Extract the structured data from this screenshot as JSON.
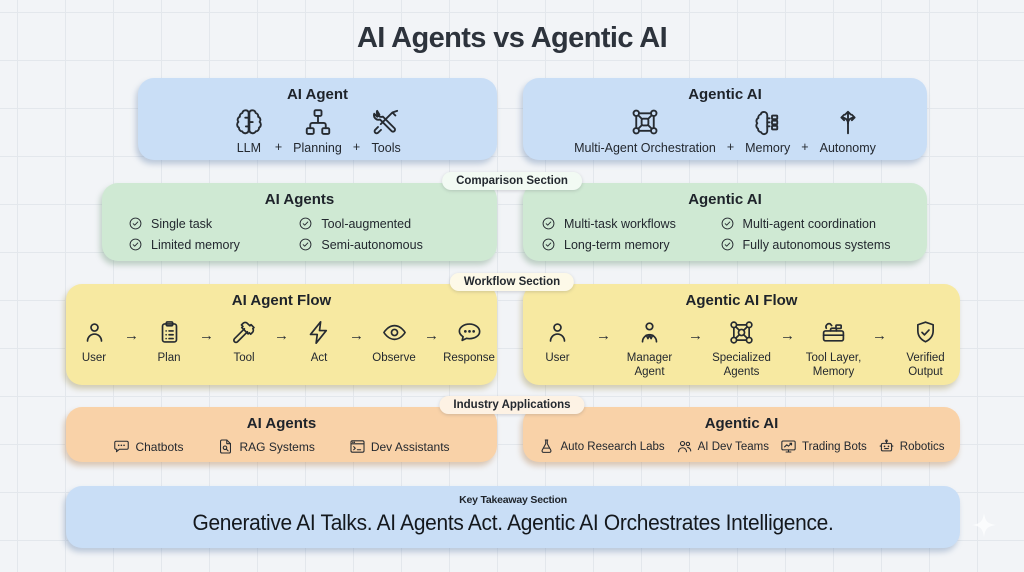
{
  "page": {
    "title": "AI Agents vs Agentic AI"
  },
  "symbols": {
    "plus": "+",
    "arrow": "→"
  },
  "colors": {
    "background": "#f2f4f7",
    "grid_line": "#e3e7ec",
    "blue_card": "#c9def6",
    "green_card": "#cfe9d3",
    "yellow_card": "#f7e9a1",
    "orange_card": "#f9d2a8",
    "text": "#23282f"
  },
  "top_cards": {
    "left": {
      "title": "AI Agent",
      "items": [
        {
          "icon": "brain-icon",
          "label": "LLM"
        },
        {
          "icon": "sitemap-icon",
          "label": "Planning"
        },
        {
          "icon": "tools-icon",
          "label": "Tools"
        }
      ]
    },
    "right": {
      "title": "Agentic AI",
      "items": [
        {
          "icon": "orchestration-icon",
          "label": "Multi-Agent Orchestration"
        },
        {
          "icon": "memory-icon",
          "label": "Memory"
        },
        {
          "icon": "autonomy-icon",
          "label": "Autonomy"
        }
      ]
    }
  },
  "comparison": {
    "section_label": "Comparison Section",
    "left": {
      "title": "AI Agents",
      "items": [
        "Single task",
        "Limited memory",
        "Tool-augmented",
        "Semi-autonomous"
      ]
    },
    "right": {
      "title": "Agentic AI",
      "items": [
        "Multi-task workflows",
        "Long-term memory",
        "Multi-agent coordination",
        "Fully autonomous systems"
      ]
    }
  },
  "workflow": {
    "section_label": "Workflow Section",
    "left": {
      "title": "AI Agent Flow",
      "steps": [
        {
          "icon": "user-icon",
          "label": "User"
        },
        {
          "icon": "clipboard-icon",
          "label": "Plan"
        },
        {
          "icon": "hammer-icon",
          "label": "Tool"
        },
        {
          "icon": "bolt-icon",
          "label": "Act"
        },
        {
          "icon": "eye-icon",
          "label": "Observe"
        },
        {
          "icon": "speech-bubble-icon",
          "label": "Response"
        }
      ]
    },
    "right": {
      "title": "Agentic AI Flow",
      "steps": [
        {
          "icon": "user-icon",
          "label": "User"
        },
        {
          "icon": "manager-agent-icon",
          "label": "Manager Agent"
        },
        {
          "icon": "agents-network-icon",
          "label": "Specialized Agents"
        },
        {
          "icon": "toolbox-icon",
          "label": "Tool Layer, Memory"
        },
        {
          "icon": "shield-check-icon",
          "label": "Verified Output"
        }
      ]
    }
  },
  "industry": {
    "section_label": "Industry Applications",
    "left": {
      "title": "AI Agents",
      "items": [
        {
          "icon": "chat-icon",
          "label": "Chatbots"
        },
        {
          "icon": "doc-search-icon",
          "label": "RAG Systems"
        },
        {
          "icon": "terminal-icon",
          "label": "Dev Assistants"
        }
      ]
    },
    "right": {
      "title": "Agentic AI",
      "items": [
        {
          "icon": "flask-icon",
          "label": "Auto Research Labs"
        },
        {
          "icon": "team-icon",
          "label": "AI Dev Teams"
        },
        {
          "icon": "trading-icon",
          "label": "Trading Bots"
        },
        {
          "icon": "robot-icon",
          "label": "Robotics"
        }
      ]
    }
  },
  "takeaway": {
    "section_label": "Key Takeaway Section",
    "text": "Generative AI Talks. AI Agents Act. Agentic AI Orchestrates Intelligence."
  }
}
